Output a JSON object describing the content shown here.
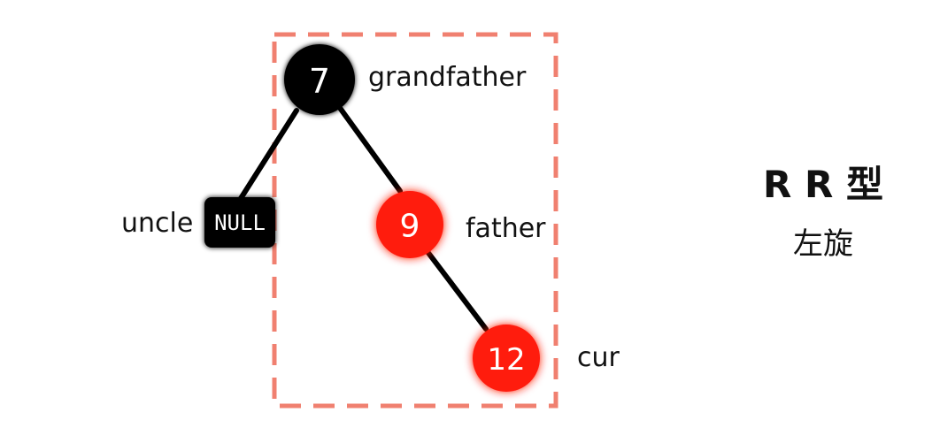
{
  "diagram": {
    "nodes": {
      "grandfather": {
        "value": "7",
        "role": "grandfather",
        "color": "#000000"
      },
      "uncle": {
        "value": "NULL",
        "role": "uncle",
        "color": "#000000"
      },
      "father": {
        "value": "9",
        "role": "father",
        "color": "#ff1a0d"
      },
      "cur": {
        "value": "12",
        "role": "cur",
        "color": "#ff1a0d"
      }
    },
    "subtree_box_color": "#f08070"
  },
  "caption": {
    "title": "R R 型",
    "subtitle": "左旋"
  }
}
